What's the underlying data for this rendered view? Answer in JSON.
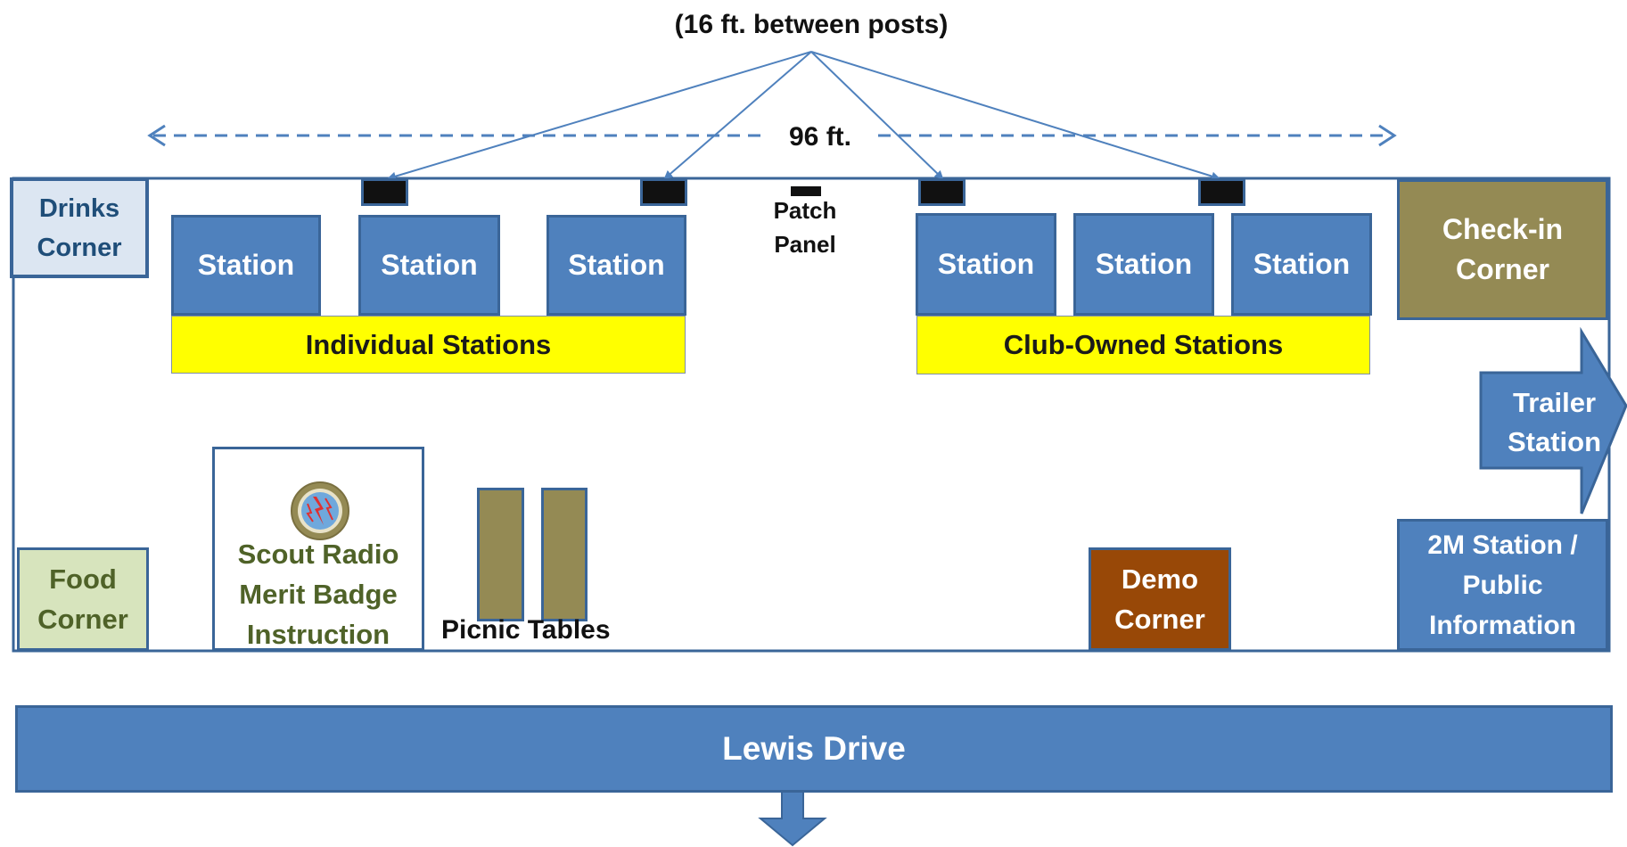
{
  "header": {
    "posts_spacing": "(16 ft. between posts)",
    "width_label": "96 ft."
  },
  "corners": {
    "drinks": [
      "Drinks",
      "Corner"
    ],
    "food": [
      "Food",
      "Corner"
    ],
    "checkin": [
      "Check-in",
      "Corner"
    ],
    "demo": [
      "Demo",
      "Corner"
    ]
  },
  "stations": {
    "individual": [
      "Station",
      "Station",
      "Station"
    ],
    "club": [
      "Station",
      "Station",
      "Station"
    ],
    "individual_label": "Individual Stations",
    "club_label": "Club-Owned Stations"
  },
  "patch_panel": [
    "Patch",
    "Panel"
  ],
  "trailer": [
    "Trailer",
    "Station"
  ],
  "public_info": [
    "2M Station /",
    "Public",
    "Information"
  ],
  "scout": [
    "Scout Radio",
    "Merit Badge",
    "Instruction"
  ],
  "picnic_label": "Picnic Tables",
  "road_label": "Lewis Drive",
  "colors": {
    "station_blue": "#4f81bd",
    "station_border": "#3a6598",
    "label_yellow": "#ffff00",
    "drinks_fill": "#dce6f2",
    "food_fill": "#d7e4bd",
    "olive_fill": "#948a54",
    "demo_fill": "#984807",
    "scout_text": "#4f6228"
  }
}
